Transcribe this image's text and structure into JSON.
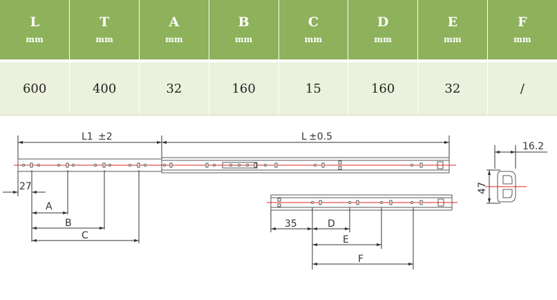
{
  "table": {
    "headers": [
      {
        "code": "L",
        "unit": "mm"
      },
      {
        "code": "T",
        "unit": "mm"
      },
      {
        "code": "A",
        "unit": "mm"
      },
      {
        "code": "B",
        "unit": "mm"
      },
      {
        "code": "C",
        "unit": "mm"
      },
      {
        "code": "D",
        "unit": "mm"
      },
      {
        "code": "E",
        "unit": "mm"
      },
      {
        "code": "F",
        "unit": "mm"
      }
    ],
    "values": [
      "600",
      "400",
      "32",
      "160",
      "15",
      "160",
      "32",
      "/"
    ]
  },
  "drawing": {
    "dim_l1": "L1",
    "dim_l1_tol": "±2",
    "dim_l": "L",
    "dim_l_tol": "±0.5",
    "dim_27": "27",
    "dim_a": "A",
    "dim_b": "B",
    "dim_c": "C",
    "dim_35": "35",
    "dim_d": "D",
    "dim_e": "E",
    "dim_f": "F",
    "dim_16_2": "16.2",
    "dim_47": "47"
  },
  "colors": {
    "header_bg": "#8db25b",
    "value_bg": "#ebf1dd",
    "center_line": "#e02020"
  }
}
